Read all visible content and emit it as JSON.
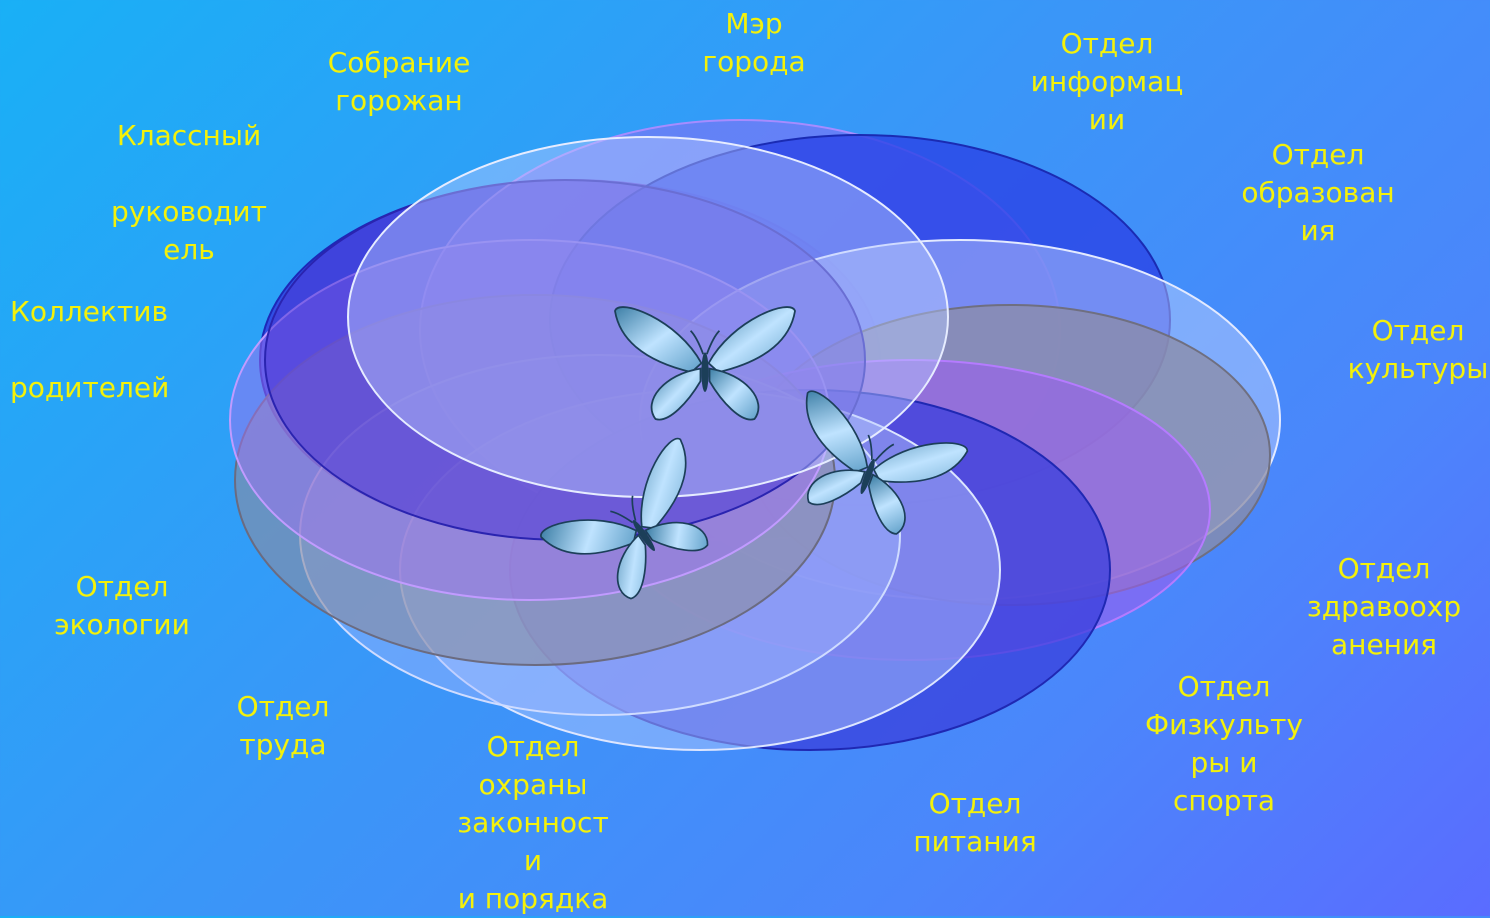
{
  "labels": {
    "mayor": "Мэр\nгорода",
    "citizens": "Собрание\nгорожан",
    "information": "Отдел\nинформац\nии",
    "education": "Отдел\nобразован\nия",
    "culture": "Отдел\nкультуры",
    "health": "Отдел\nздравоохр\nанения",
    "sports": "Отдел\nФизкульту\nры и\nспорта",
    "nutrition": "Отдел\nпитания",
    "law_order": "Отдел\nохраны\nзаконност\nи\nи порядка",
    "labor": "Отдел\nтруда",
    "ecology": "Отдел\nэкологии",
    "parents": "Коллектив\n\nродителей",
    "class_teacher": "Классный\n\nруководит\nель"
  },
  "colors": {
    "label_text": "#f4f10a",
    "background_light": "#19b0f6",
    "background_dark": "#5a6cff",
    "ring_blue": "#2433e0",
    "ring_violet": "#8a5cf2",
    "ring_light": "#bfcfff",
    "ring_gray": "#8c8ca0"
  },
  "icons": [
    "butterfly-icon",
    "butterfly-icon",
    "butterfly-icon"
  ]
}
